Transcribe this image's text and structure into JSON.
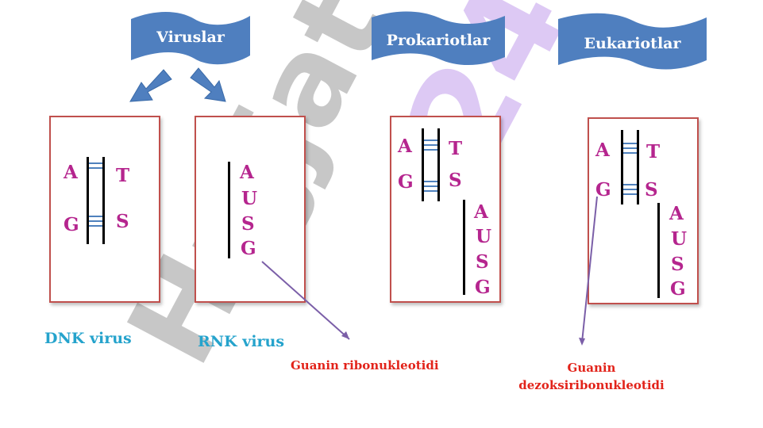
{
  "headers": {
    "viruses": "Viruslar",
    "prokaryotes": "Prokariotlar",
    "eukaryotes": "Eukariotlar"
  },
  "dna_virus": {
    "left_bases": [
      "A",
      "G"
    ],
    "right_bases": [
      "T",
      "S"
    ],
    "caption": "DNK virus"
  },
  "rna_virus": {
    "bases": [
      "A",
      "U",
      "S",
      "G"
    ],
    "caption": "RNK virus",
    "note": "Guanin ribonukleotidi"
  },
  "prokaryote": {
    "left_bases": [
      "A",
      "G"
    ],
    "right_bases": [
      "T",
      "S"
    ],
    "rna_bases": [
      "A",
      "U",
      "S",
      "G"
    ]
  },
  "eukaryote": {
    "left_bases": [
      "A",
      "G"
    ],
    "right_bases": [
      "T",
      "S"
    ],
    "rna_bases": [
      "A",
      "U",
      "S",
      "G"
    ],
    "note_line1": "Guanin",
    "note_line2": "dezoksiribonukleotidi"
  },
  "watermark": "Hujjat24",
  "colors": {
    "flag": "#4f7fbf",
    "box_border": "#c0504d",
    "base_text": "#b5258e",
    "rung": "#4f81bd",
    "caption_blue": "#25a3cc",
    "caption_red": "#e2231a",
    "pointer": "#7b5fa8"
  }
}
